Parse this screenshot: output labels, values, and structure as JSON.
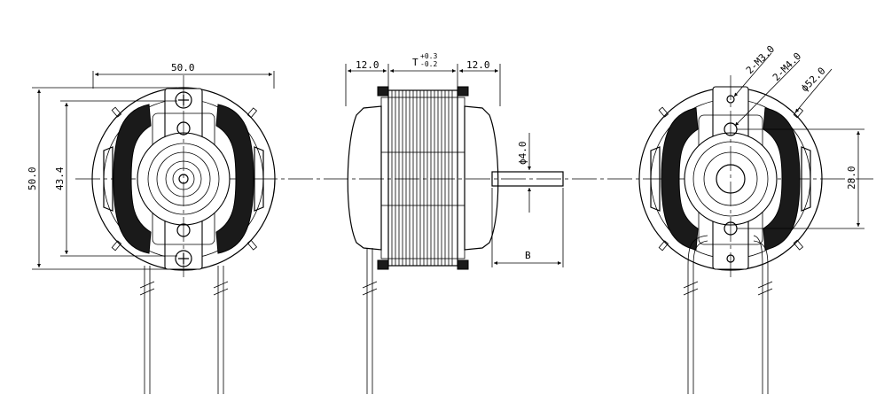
{
  "dimensions": {
    "front_width": "50.0",
    "front_height": "50.0",
    "front_inner_height": "43.4",
    "side_left": "12.0",
    "side_right": "12.0",
    "stack_T": "T",
    "stack_tol_upper": "+0.3",
    "stack_tol_lower": "-0.2",
    "shaft_dia": "ϕ4.0",
    "shaft_length": "B",
    "screw_m3": "2-M3.0",
    "screw_m4": "2-M4.0",
    "outer_dia": "ϕ52.0",
    "hole_spacing": "28.0"
  },
  "colors": {
    "line": "#000000",
    "coil": "#1a1a1a",
    "background": "#ffffff"
  }
}
